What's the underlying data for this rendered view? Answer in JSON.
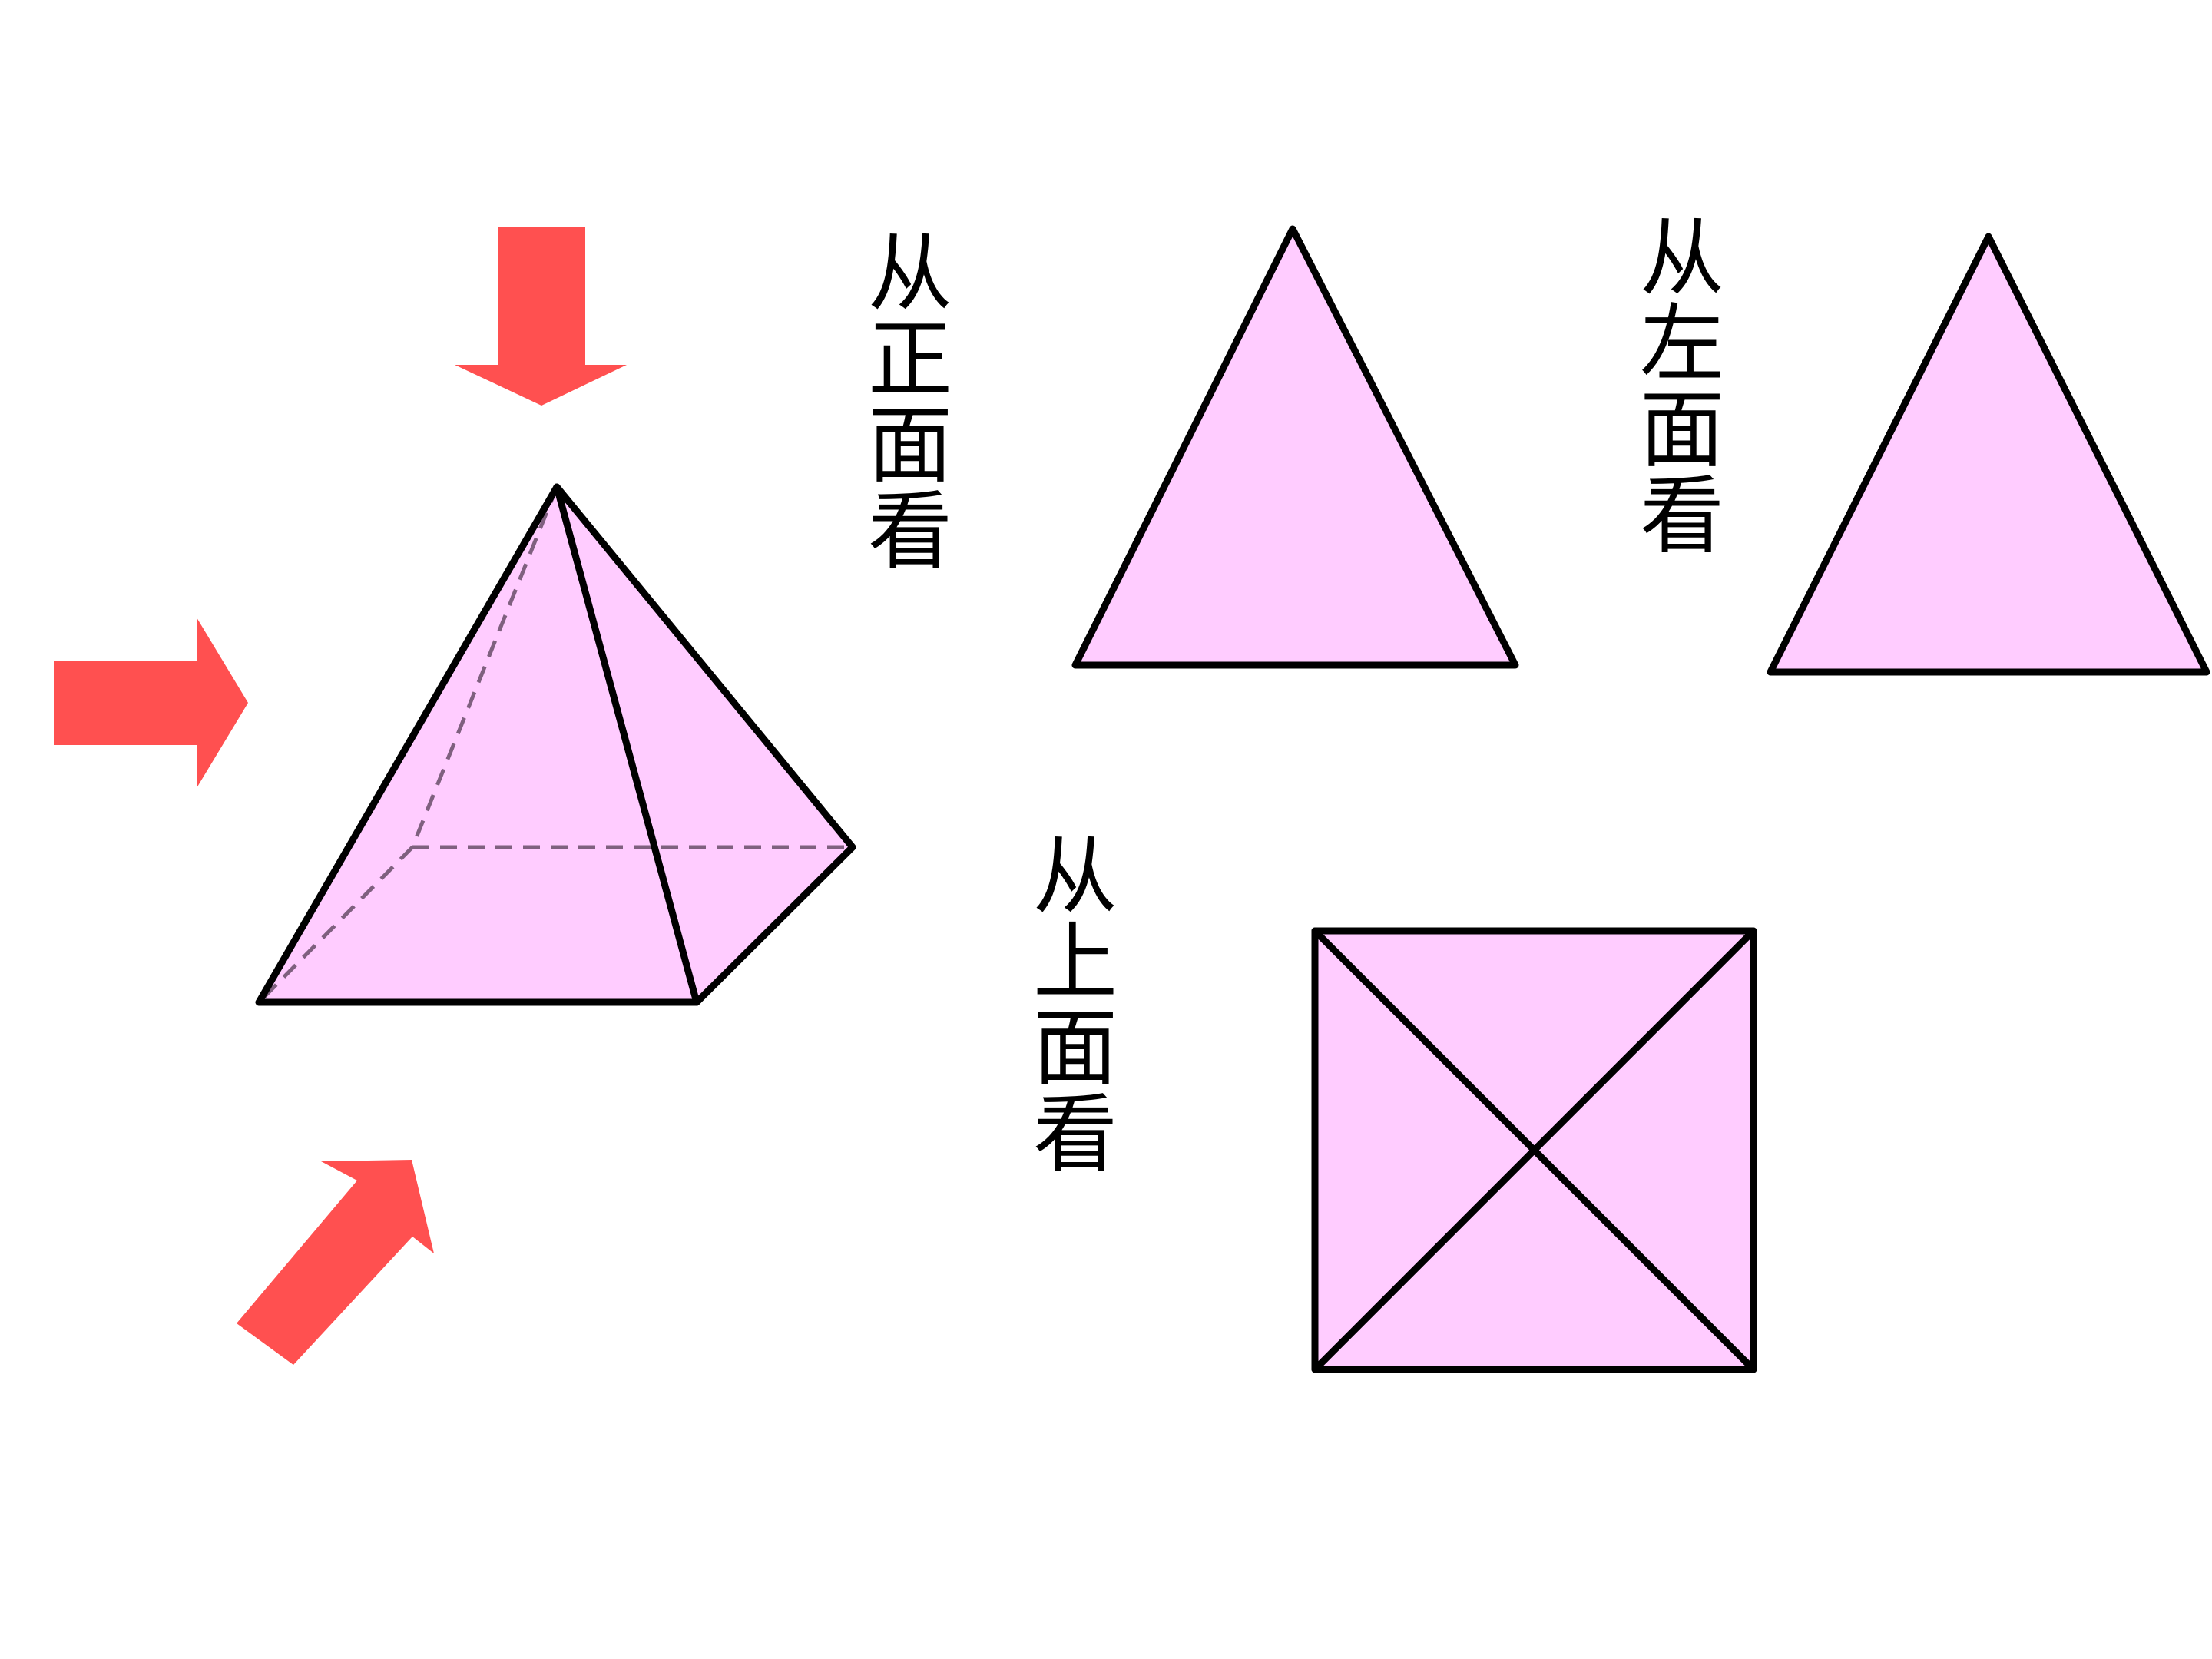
{
  "labels": {
    "front": "从正面看",
    "left": "从左面看",
    "top": "从上面看"
  },
  "colors": {
    "fill": "#FFCCFF",
    "stroke": "#000000",
    "hidden_edge": "#7F607F",
    "arrow": "#FF5050",
    "background": "#FFFFFF"
  },
  "arrows": {
    "count": 3,
    "directions": [
      "from-top",
      "from-left",
      "from-front-lower-left"
    ]
  }
}
